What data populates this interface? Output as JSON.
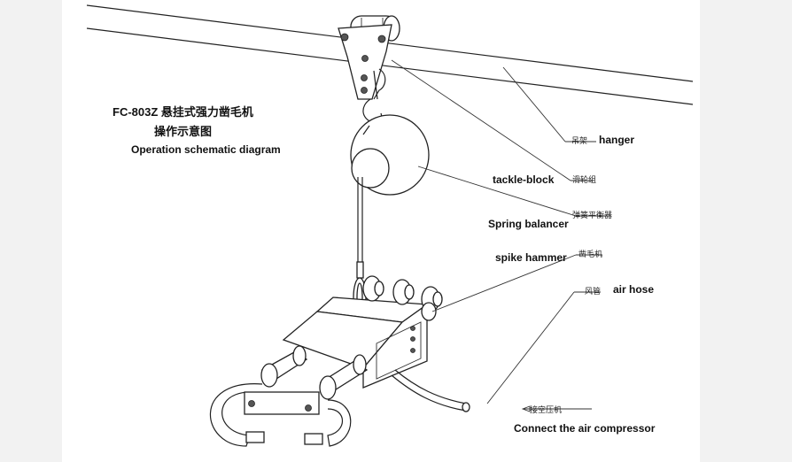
{
  "title": {
    "model_line": "FC-803Z 悬挂式强力凿毛机",
    "cn_subtitle": "操作示意图",
    "en_subtitle": "Operation schematic diagram"
  },
  "labels": {
    "hanger_cn": "吊架",
    "hanger_en": "hanger",
    "tackle_block_en": "tackle-block",
    "tackle_block_cn": "滑轮组",
    "spring_balancer_en": "Spring balancer",
    "spring_balancer_cn": "弹簧平衡器",
    "spike_hammer_en": "spike hammer",
    "spike_hammer_cn": "凿毛机",
    "air_hose_cn": "风管",
    "air_hose_en": "air hose",
    "air_compressor_cn": "接空压机",
    "air_compressor_en": "Connect the air compressor"
  }
}
